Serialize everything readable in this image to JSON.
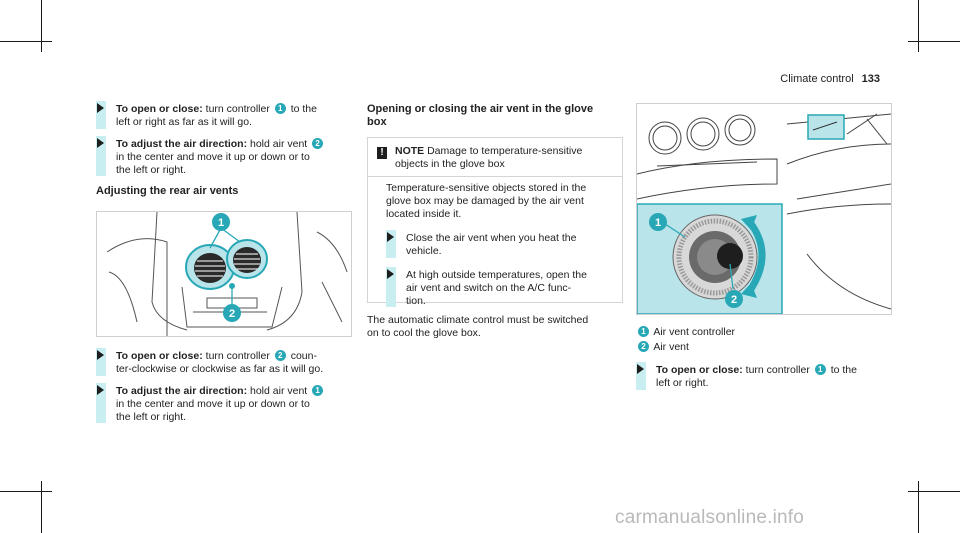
{
  "header": {
    "section": "Climate control",
    "page": "133"
  },
  "left": {
    "step1": {
      "bold": "To open or close:",
      "pre": "turn controller",
      "ref": "1",
      "post": "to the",
      "line2": "left or right as far as it will go."
    },
    "step2": {
      "bold": "To adjust the air direction:",
      "pre": "hold air vent",
      "ref": "2",
      "line2": "in the center and move it up or down or to",
      "line3": "the left or right."
    },
    "heading": "Adjusting the rear air vents",
    "step3": {
      "bold": "To open or close:",
      "pre": "turn controller",
      "ref": "2",
      "post": "coun-",
      "line2": "ter-clockwise or clockwise as far as it will go."
    },
    "step4": {
      "bold": "To adjust the air direction:",
      "pre": "hold air vent",
      "ref": "1",
      "line2": "in the center and move it up or down or to",
      "line3": "the left or right."
    }
  },
  "middle": {
    "heading_line1": "Opening or closing the air vent in the glove",
    "heading_line2": "box",
    "note": {
      "icon": "!",
      "title": "NOTE",
      "title_text": "Damage to temperature-sensitive",
      "title_line2": "objects in the glove box",
      "body_line1": "Temperature-sensitive objects stored in the",
      "body_line2": "glove box may be damaged by the air vent",
      "body_line3": "located inside it.",
      "step1_line1": "Close the air vent when you heat the",
      "step1_line2": "vehicle.",
      "step2_line1": "At high outside temperatures, open the",
      "step2_line2": "air vent and switch on the A/C func-",
      "step2_line3": "tion."
    },
    "after_line1": "The automatic climate control must be switched",
    "after_line2": "on to cool the glove box."
  },
  "right": {
    "legend": [
      {
        "num": "1",
        "text": "Air vent controller"
      },
      {
        "num": "2",
        "text": "Air vent"
      }
    ],
    "step": {
      "bold": "To open or close:",
      "pre": "turn controller",
      "ref": "1",
      "post": "to the",
      "line2": "left or right."
    }
  },
  "figures": {
    "callout1": "1",
    "callout2": "2"
  },
  "watermark": "carmanualsonline.info",
  "colors": {
    "accent": "#28a8b6",
    "highlight": "#c9eef2",
    "figure_teal": "#b8e4ea"
  }
}
